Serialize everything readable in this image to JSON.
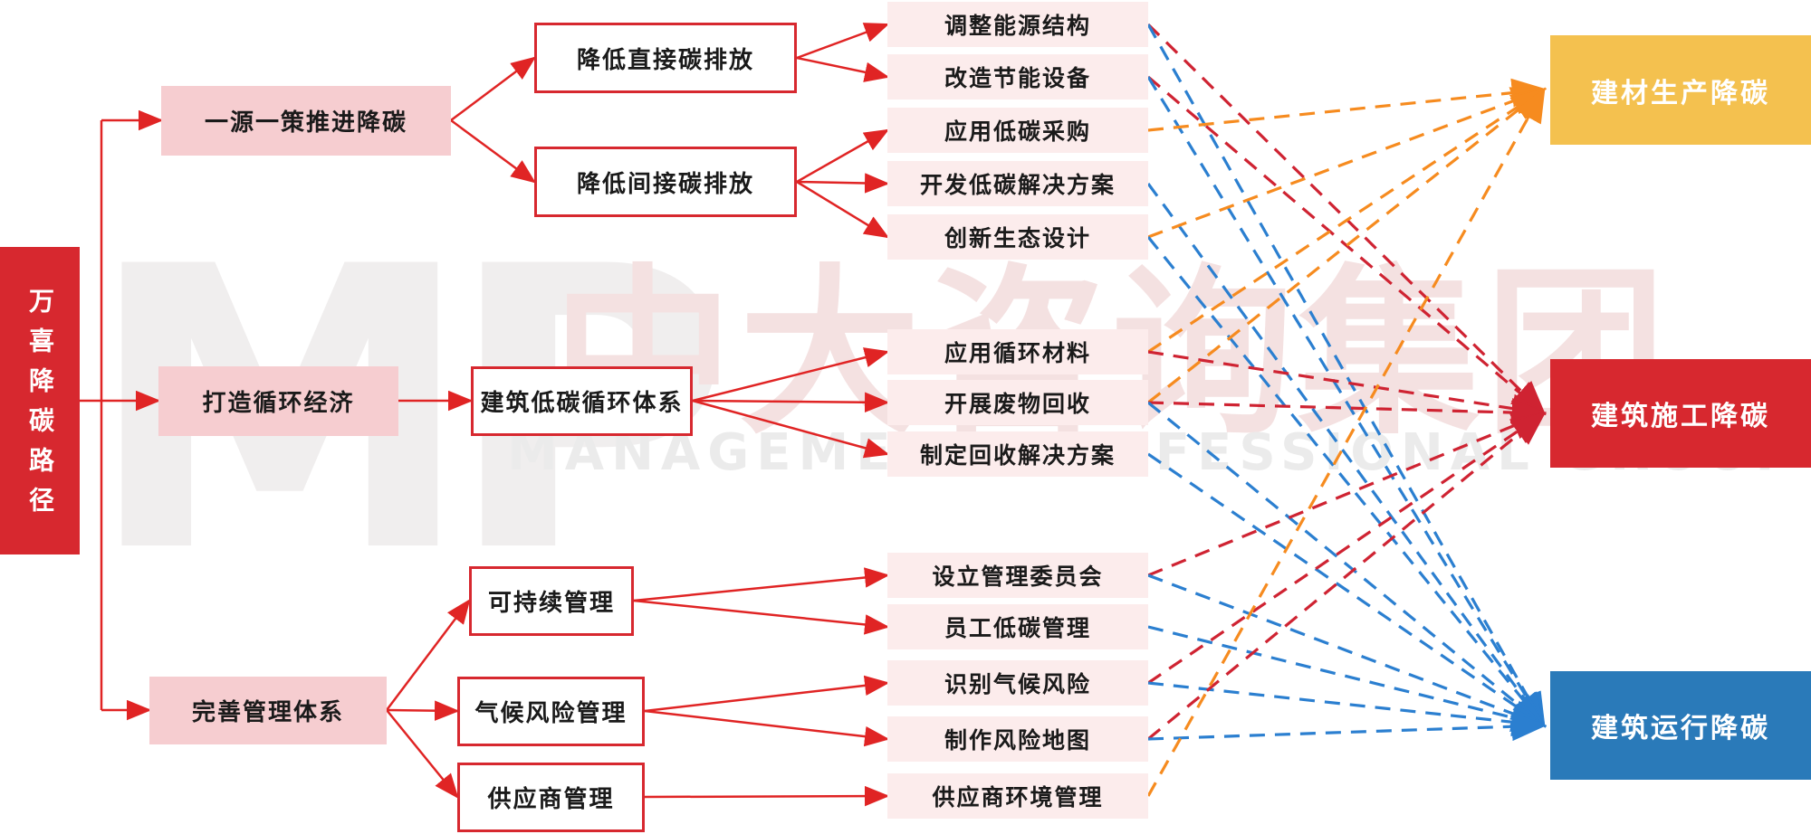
{
  "root": {
    "label": "万喜降碳路径"
  },
  "level2": [
    {
      "id": "l2a",
      "label": "一源一策推进降碳"
    },
    {
      "id": "l2b",
      "label": "打造循环经济"
    },
    {
      "id": "l2c",
      "label": "完善管理体系"
    }
  ],
  "level3": [
    {
      "id": "l3a",
      "label": "降低直接碳排放"
    },
    {
      "id": "l3b",
      "label": "降低间接碳排放"
    },
    {
      "id": "l3c",
      "label": "建筑低碳循环体系"
    },
    {
      "id": "l3d",
      "label": "可持续管理"
    },
    {
      "id": "l3e",
      "label": "气候风险管理"
    },
    {
      "id": "l3f",
      "label": "供应商管理"
    }
  ],
  "level4": [
    {
      "id": "n1",
      "label": "调整能源结构"
    },
    {
      "id": "n2",
      "label": "改造节能设备"
    },
    {
      "id": "n3",
      "label": "应用低碳采购"
    },
    {
      "id": "n4",
      "label": "开发低碳解决方案"
    },
    {
      "id": "n5",
      "label": "创新生态设计"
    },
    {
      "id": "n6",
      "label": "应用循环材料"
    },
    {
      "id": "n7",
      "label": "开展废物回收"
    },
    {
      "id": "n8",
      "label": "制定回收解决方案"
    },
    {
      "id": "n9",
      "label": "设立管理委员会"
    },
    {
      "id": "n10",
      "label": "员工低碳管理"
    },
    {
      "id": "n11",
      "label": "识别气候风险"
    },
    {
      "id": "n12",
      "label": "制作风险地图"
    },
    {
      "id": "n13",
      "label": "供应商环境管理"
    }
  ],
  "targets": [
    {
      "id": "t1",
      "label": "建材生产降碳",
      "color": "#f4c14f"
    },
    {
      "id": "t2",
      "label": "建筑施工降碳",
      "color": "#d7282f"
    },
    {
      "id": "t3",
      "label": "建筑运行降碳",
      "color": "#2a7ab9"
    }
  ],
  "colors": {
    "solid_red": "#e02424",
    "dash_orange": "#f68b1f",
    "dash_red": "#cf2332",
    "dash_blue": "#2b7fd0"
  },
  "edges_solid": [
    {
      "from": "l2a",
      "to": "l3a"
    },
    {
      "from": "l2a",
      "to": "l3b"
    },
    {
      "from": "l3a",
      "to": "n1"
    },
    {
      "from": "l3a",
      "to": "n2"
    },
    {
      "from": "l3b",
      "to": "n3"
    },
    {
      "from": "l3b",
      "to": "n4"
    },
    {
      "from": "l3b",
      "to": "n5"
    },
    {
      "from": "l2b",
      "to": "l3c"
    },
    {
      "from": "l3c",
      "to": "n6"
    },
    {
      "from": "l3c",
      "to": "n7"
    },
    {
      "from": "l3c",
      "to": "n8"
    },
    {
      "from": "l2c",
      "to": "l3d"
    },
    {
      "from": "l2c",
      "to": "l3e"
    },
    {
      "from": "l2c",
      "to": "l3f"
    },
    {
      "from": "l3d",
      "to": "n9"
    },
    {
      "from": "l3d",
      "to": "n10"
    },
    {
      "from": "l3e",
      "to": "n11"
    },
    {
      "from": "l3e",
      "to": "n12"
    },
    {
      "from": "l3f",
      "to": "n13"
    }
  ],
  "edges_dashed": [
    {
      "from": "n1",
      "to": "t2",
      "color": "dash_red"
    },
    {
      "from": "n1",
      "to": "t3",
      "color": "dash_blue"
    },
    {
      "from": "n2",
      "to": "t2",
      "color": "dash_red"
    },
    {
      "from": "n2",
      "to": "t3",
      "color": "dash_blue"
    },
    {
      "from": "n3",
      "to": "t1",
      "color": "dash_orange"
    },
    {
      "from": "n4",
      "to": "t3",
      "color": "dash_blue"
    },
    {
      "from": "n5",
      "to": "t1",
      "color": "dash_orange"
    },
    {
      "from": "n5",
      "to": "t3",
      "color": "dash_blue"
    },
    {
      "from": "n6",
      "to": "t1",
      "color": "dash_orange"
    },
    {
      "from": "n6",
      "to": "t2",
      "color": "dash_red"
    },
    {
      "from": "n7",
      "to": "t1",
      "color": "dash_orange"
    },
    {
      "from": "n7",
      "to": "t2",
      "color": "dash_red"
    },
    {
      "from": "n7",
      "to": "t3",
      "color": "dash_blue"
    },
    {
      "from": "n8",
      "to": "t3",
      "color": "dash_blue"
    },
    {
      "from": "n9",
      "to": "t2",
      "color": "dash_red"
    },
    {
      "from": "n9",
      "to": "t3",
      "color": "dash_blue"
    },
    {
      "from": "n10",
      "to": "t3",
      "color": "dash_blue"
    },
    {
      "from": "n11",
      "to": "t2",
      "color": "dash_red"
    },
    {
      "from": "n11",
      "to": "t3",
      "color": "dash_blue"
    },
    {
      "from": "n12",
      "to": "t2",
      "color": "dash_red"
    },
    {
      "from": "n12",
      "to": "t3",
      "color": "dash_blue"
    },
    {
      "from": "n13",
      "to": "t1",
      "color": "dash_orange"
    }
  ],
  "watermark": {
    "logo": "MP",
    "cn": "中大咨询集团",
    "en": "MANAGEMENT PROFESSIONAL GROUP"
  }
}
